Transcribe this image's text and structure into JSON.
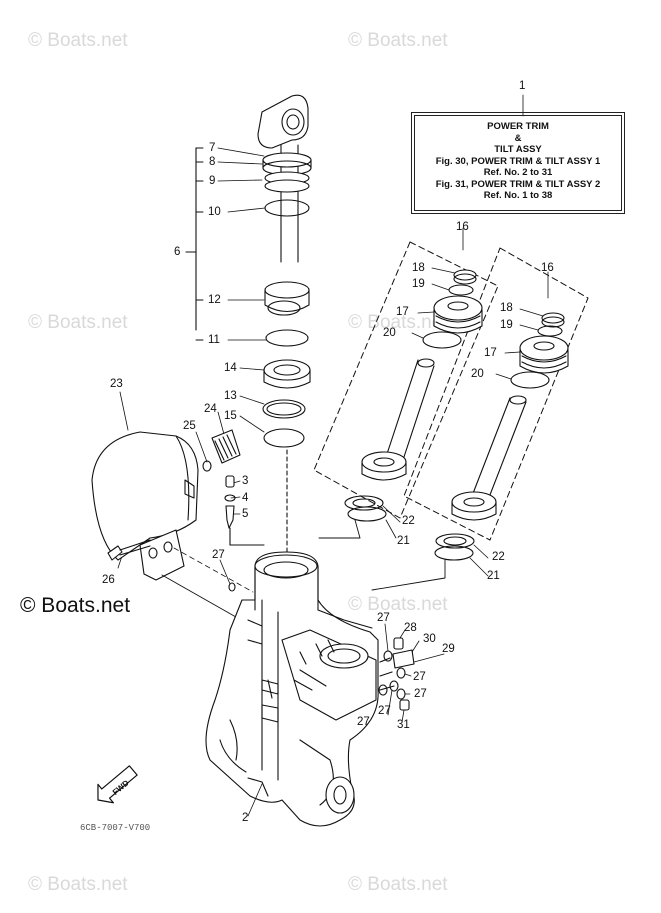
{
  "watermark": {
    "text": "© Boats.net",
    "main_text": "© Boats.net"
  },
  "reference_box": {
    "number": "1",
    "line1": "POWER TRIM",
    "line2": "&",
    "line3": "TILT ASSY",
    "line4": "Fig. 30, POWER TRIM & TILT ASSY 1",
    "line5": "Ref. No. 2 to 31",
    "line6": "Fig. 31, POWER TRIM & TILT ASSY 2",
    "line7": "Ref. No. 1 to 38"
  },
  "callouts": {
    "c2": "2",
    "c3": "3",
    "c4": "4",
    "c5": "5",
    "c6": "6",
    "c7": "7",
    "c8": "8",
    "c9": "9",
    "c10": "10",
    "c11": "11",
    "c12": "12",
    "c13": "13",
    "c14": "14",
    "c15": "15",
    "c16a": "16",
    "c16b": "16",
    "c17a": "17",
    "c17b": "17",
    "c18a": "18",
    "c18b": "18",
    "c19a": "19",
    "c19b": "19",
    "c20a": "20",
    "c20b": "20",
    "c21a": "21",
    "c21b": "21",
    "c22a": "22",
    "c22b": "22",
    "c23": "23",
    "c24": "24",
    "c25": "25",
    "c26": "26",
    "c27a": "27",
    "c27b": "27",
    "c27c": "27",
    "c27d": "27",
    "c27e": "27",
    "c27f": "27",
    "c28": "28",
    "c29": "29",
    "c30": "30",
    "c31": "31"
  },
  "fwd_label": "FWD",
  "drawing_code": "6CB-7007-V700"
}
